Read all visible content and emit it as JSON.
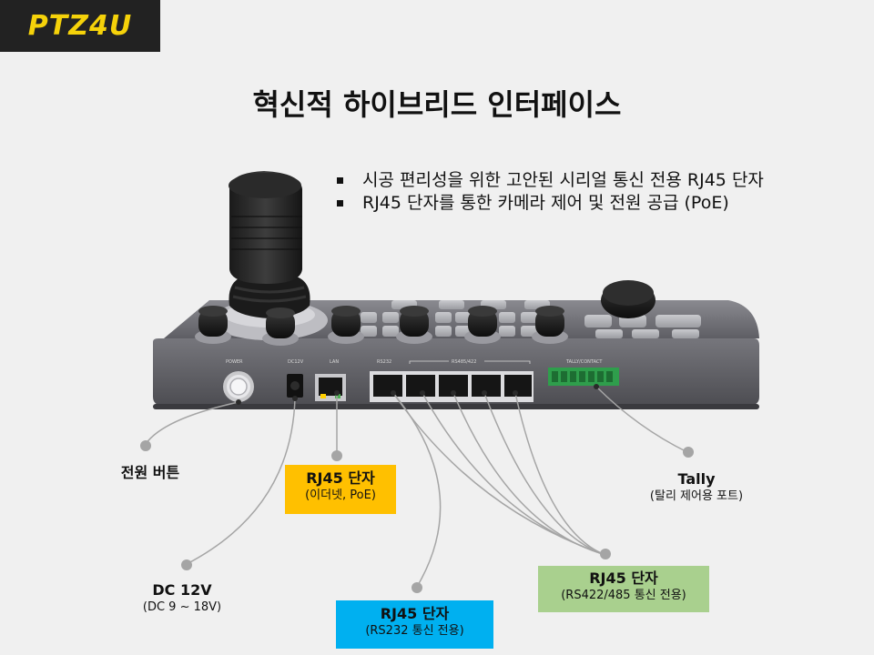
{
  "logo": {
    "text": "PTZ4U"
  },
  "slide": {
    "title": "혁신적 하이브리드 인터페이스",
    "bullets": [
      "시공 편리성을 위한 고안된 시리얼 통신 전용 RJ45 단자",
      "RJ45 단자를 통한 카메라 제어 및 전원 공급 (PoE)"
    ]
  },
  "panel_labels": {
    "power": "POWER",
    "dc12v": "DC12V",
    "lan": "LAN",
    "rs232": "RS232",
    "rs485": "RS485/422",
    "tally": "TALLY/CONTACT"
  },
  "callouts": {
    "power_button": {
      "title": "전원 버튼"
    },
    "dc": {
      "title": "DC 12V",
      "sub": "(DC 9 ~ 18V)"
    },
    "lan": {
      "title": "RJ45 단자",
      "sub": "(이더넷, PoE)",
      "color": "#ffc000"
    },
    "rs232": {
      "title": "RJ45 단자",
      "sub": "(RS232 통신 전용)",
      "color": "#00b0f0"
    },
    "rs422": {
      "title": "RJ45 단자",
      "sub": "(RS422/485 통신 전용)",
      "color": "#a9d08e"
    },
    "tally": {
      "title": "Tally",
      "sub": "(탈리 제어용 포트)"
    }
  }
}
